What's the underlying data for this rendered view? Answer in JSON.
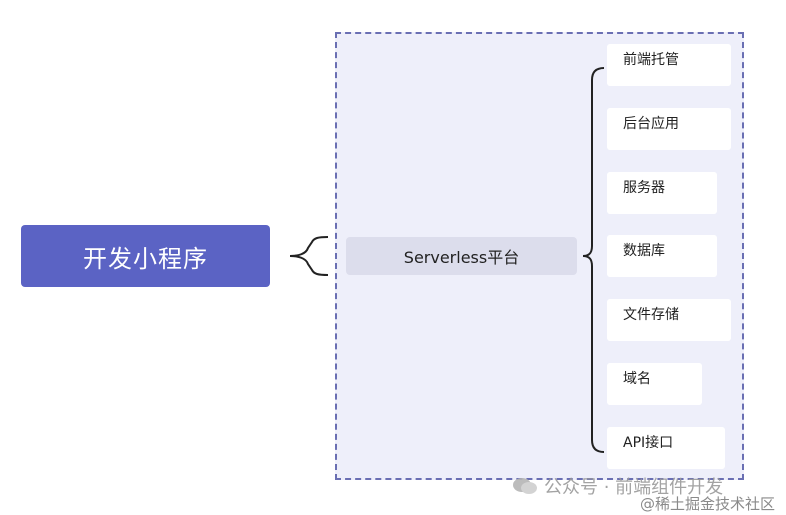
{
  "root": {
    "label": "开发小程序"
  },
  "platform": {
    "label": "Serverless平台"
  },
  "items": [
    {
      "label": "前端托管"
    },
    {
      "label": "后台应用"
    },
    {
      "label": "服务器"
    },
    {
      "label": "数据库"
    },
    {
      "label": "文件存储"
    },
    {
      "label": "域名"
    },
    {
      "label": "API接口"
    }
  ],
  "watermark": {
    "account": "公众号 · 前端组件开发",
    "community": "@稀土掘金技术社区"
  },
  "colors": {
    "root_fill": "#5b63c4",
    "container_border": "#6a6fb3",
    "container_fill": "#eeeffa",
    "platform_fill": "#dcddec"
  }
}
